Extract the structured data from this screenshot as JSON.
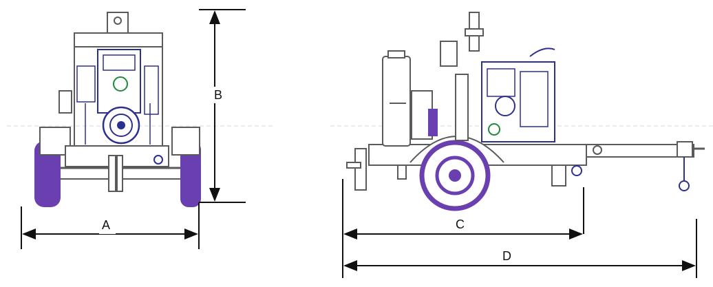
{
  "dimension_labels": {
    "a": "A",
    "b": "B",
    "c": "C",
    "d": "D"
  },
  "colors": {
    "line": "#1a1a1a",
    "machine_outline": "#5a5a5a",
    "machine_detail": "#2b2f8f",
    "tire": "#6a3fb0",
    "accent_green": "#1f8a3a"
  }
}
